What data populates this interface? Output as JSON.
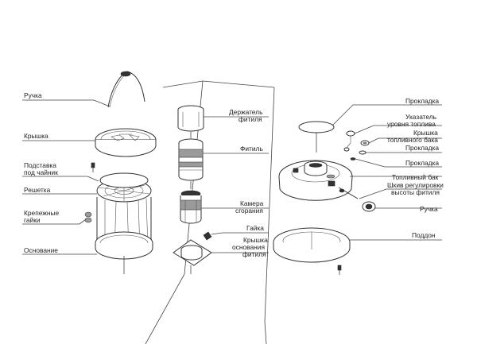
{
  "left_group": {
    "labels": [
      {
        "id": "handle",
        "text": "Ручка"
      },
      {
        "id": "lid",
        "text": "Крышка"
      },
      {
        "id": "kettle-stand-1",
        "text": "Подставка"
      },
      {
        "id": "kettle-stand-2",
        "text": "под чайник"
      },
      {
        "id": "grate",
        "text": "Решетка"
      },
      {
        "id": "nuts-1",
        "text": "Крепежные"
      },
      {
        "id": "nuts-2",
        "text": "гайки"
      },
      {
        "id": "base",
        "text": "Основание"
      }
    ]
  },
  "middle_group": {
    "labels": [
      {
        "id": "wick-holder-1",
        "text": "Держатель"
      },
      {
        "id": "wick-holder-2",
        "text": "фитиля"
      },
      {
        "id": "wick",
        "text": "Фитиль"
      },
      {
        "id": "combustion-1",
        "text": "Камера"
      },
      {
        "id": "combustion-2",
        "text": "сгорания"
      },
      {
        "id": "nut",
        "text": "Гайка"
      },
      {
        "id": "wick-base-cover-1",
        "text": "Крышка"
      },
      {
        "id": "wick-base-cover-2",
        "text": "основания"
      },
      {
        "id": "wick-base-cover-3",
        "text": "фитиля"
      }
    ]
  },
  "right_group": {
    "labels": [
      {
        "id": "gasket-top",
        "text": "Прокладка"
      },
      {
        "id": "fuel-gauge-1",
        "text": "Указатель"
      },
      {
        "id": "fuel-gauge-2",
        "text": "уровня топлива"
      },
      {
        "id": "tank-cap-1",
        "text": "Крышка"
      },
      {
        "id": "tank-cap-2",
        "text": "топливного бака"
      },
      {
        "id": "gasket-mid",
        "text": "Прокладка"
      },
      {
        "id": "gasket-low",
        "text": "Прокладка"
      },
      {
        "id": "fuel-tank",
        "text": "Топливный бак"
      },
      {
        "id": "wick-pulley-1",
        "text": "Шкив регулировки"
      },
      {
        "id": "wick-pulley-2",
        "text": "высоты фитиля"
      },
      {
        "id": "knob",
        "text": "Ручка"
      },
      {
        "id": "tray",
        "text": "Поддон"
      }
    ]
  }
}
